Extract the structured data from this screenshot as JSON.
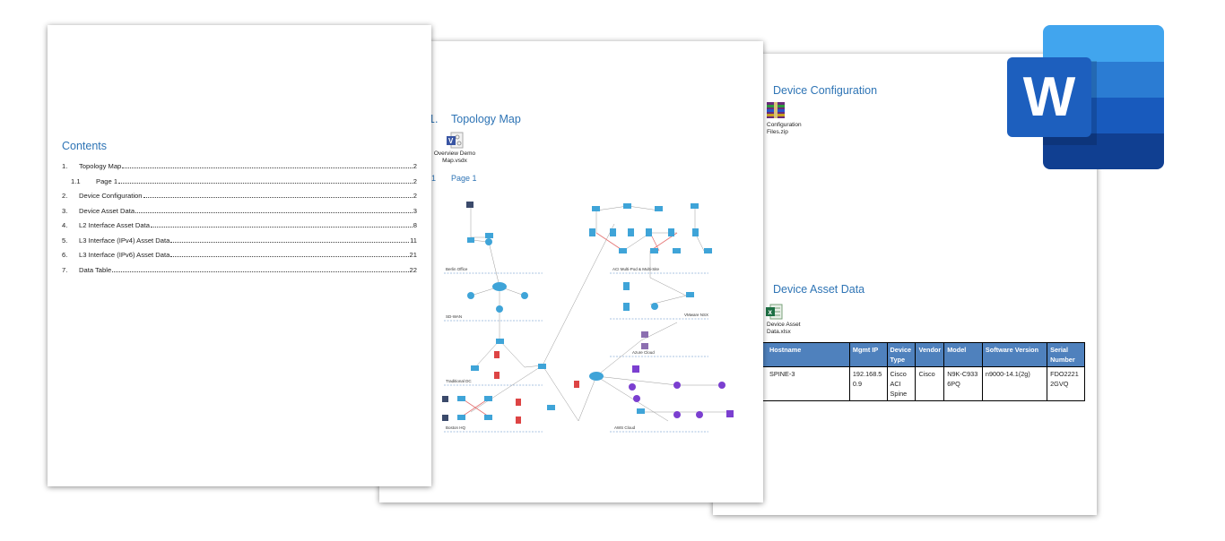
{
  "contents_page": {
    "heading": "Contents",
    "items": [
      {
        "num": "1.",
        "label": "Topology Map",
        "page": "2"
      },
      {
        "num": "1.1",
        "label": "Page 1",
        "page": "2",
        "sub": true
      },
      {
        "num": "2.",
        "label": "Device Configuration",
        "page": "2"
      },
      {
        "num": "3.",
        "label": "Device Asset Data",
        "page": "3"
      },
      {
        "num": "4.",
        "label": "L2 Interface Asset Data",
        "page": "8"
      },
      {
        "num": "5.",
        "label": "L3 Interface (IPv4) Asset Data",
        "page": "11"
      },
      {
        "num": "6.",
        "label": "L3 Interface (IPv6) Asset Data",
        "page": "21"
      },
      {
        "num": "7.",
        "label": "Data Table",
        "page": "22"
      }
    ]
  },
  "topology_page": {
    "section_num": "1.",
    "heading": "Topology Map",
    "attachment": {
      "icon": "visio-file-icon",
      "name_line1": "Overview Demo",
      "name_line2": "Map.vsdx"
    },
    "subsection_num": "1",
    "subheading": "Page 1",
    "diagram_groups": [
      "Berlin Office",
      "SD-WAN",
      "Traditional DC",
      "Boston HQ",
      "ACI Multi-Pod & Multi-Site",
      "VMware NSX",
      "Azure Cloud",
      "AWS Cloud"
    ]
  },
  "asset_page": {
    "config_heading": "Device Configuration",
    "config_attachment": {
      "icon": "zip-archive-icon",
      "name_line1": "Configuration",
      "name_line2": "Files.zip"
    },
    "asset_heading": "Device Asset Data",
    "asset_attachment": {
      "icon": "excel-file-icon",
      "name_line1": "Device Asset",
      "name_line2": "Data.xlsx"
    },
    "table": {
      "headers": [
        "Hostname",
        "Mgmt IP",
        "Device Type",
        "Vendor",
        "Model",
        "Software Version",
        "Serial Number"
      ],
      "rows": [
        [
          "SPINE-3",
          "192.168.50.9",
          "Cisco ACI Spine",
          "Cisco",
          "N9K-C9336PQ",
          "n9000-14.1(2g)",
          "FDO22212GVQ"
        ]
      ]
    },
    "header_color": "#4f81bd"
  },
  "word_logo": {
    "letter": "W",
    "colors": [
      "#41a5ee",
      "#2b7cd3",
      "#185abd",
      "#103f91"
    ]
  }
}
